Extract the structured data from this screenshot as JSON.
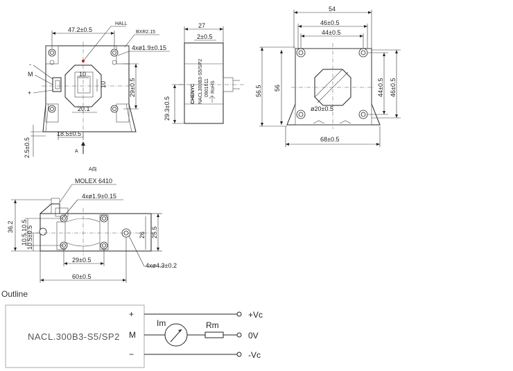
{
  "front_view": {
    "dims": {
      "top_width": "47.2±0.5",
      "hall": "HALL",
      "bxr": "BXR2.15",
      "holes": "4xø1.9±0.15",
      "inner_10a": "10",
      "inner_10b": "10",
      "inner_20": "20.1",
      "right_29": "29±0.5",
      "bottom_18": "18.5±0.5",
      "left_2_5": "2.5±0.5",
      "arrow_a": "A",
      "view_a": "A向"
    },
    "pins": {
      "minus": "-",
      "m": "M",
      "plus": "+"
    }
  },
  "side_view": {
    "dims": {
      "width_27": "27",
      "width_2": "2±0.5",
      "height_29": "29.3±0.5"
    },
    "label": {
      "brand": "CHENYC",
      "model": "NACL300B3-S5/SP2",
      "code": "0901611",
      "rohs": "RoHS"
    }
  },
  "right_view": {
    "dims": {
      "top_54": "54",
      "d46": "46±0.5",
      "d44": "44±0.5",
      "h56_5": "56.5",
      "h56": "56",
      "r44": "44±0.5",
      "r46": "46±0.5",
      "dia20": "ø20±0.5",
      "bottom_68": "68±0.5"
    }
  },
  "bottom_view": {
    "dims": {
      "molex": "MOLEX 6410",
      "holes": "4xø1.9±0.15",
      "h36_2": "36.2",
      "h10_5a": "10.5",
      "h10_5b": "10.5",
      "h10_5c": "10.5±0.5",
      "h26": "26",
      "h25_5": "25.5",
      "w29": "29±0.5",
      "w60": "60±0.5",
      "holes2": "4xø4.3±0.2"
    }
  },
  "outline_title": "Outline",
  "schematic": {
    "model": "NACL.300B3-S5/SP2",
    "pins": [
      "+",
      "M",
      "−"
    ],
    "meter": "Im",
    "resistor": "Rm",
    "terminals": [
      "+Vc",
      "0V",
      "-Vc"
    ]
  }
}
